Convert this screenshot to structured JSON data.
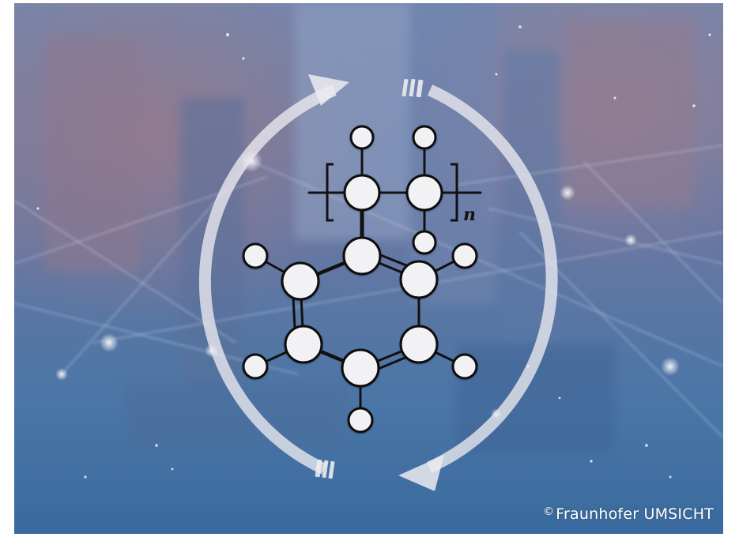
{
  "image": {
    "subject": "polystyrene-recycling-illustration",
    "credit": {
      "symbol": "©",
      "text": "Fraunhofer UMSICHT"
    },
    "formula_subscript": "n",
    "colors": {
      "background_top": "#6e7fa8",
      "background_bottom": "#3f6c9f",
      "atom_fill": "#f2f2f4",
      "bond_stroke": "#111111",
      "cycle_arrow": "#e8e8ec"
    },
    "icons": [
      "recycling-cycle-arrow",
      "polystyrene-molecule"
    ]
  }
}
